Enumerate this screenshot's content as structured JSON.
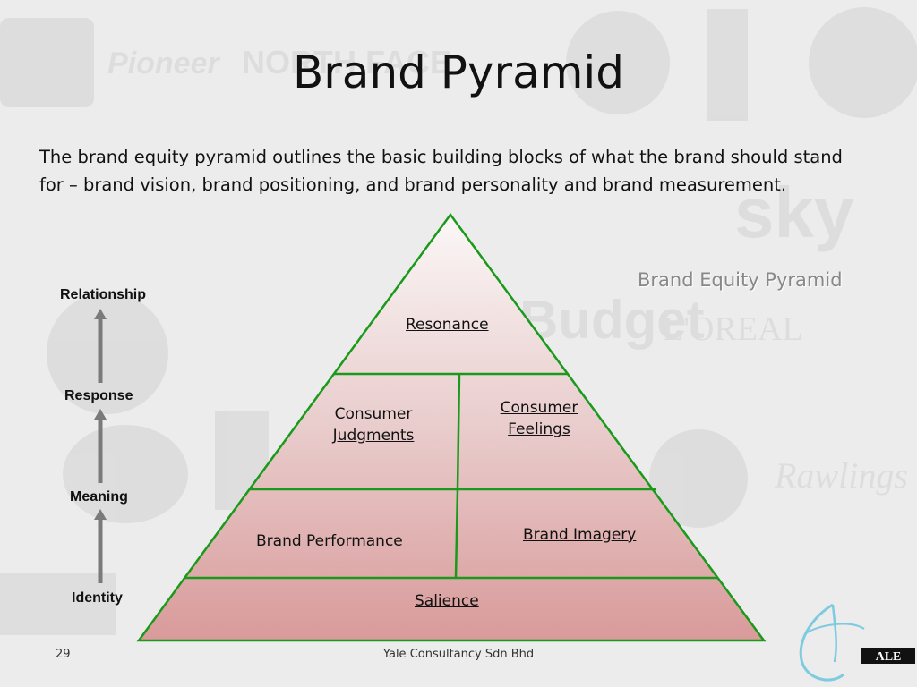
{
  "slide": {
    "title": "Brand Pyramid",
    "intro": "The brand equity pyramid outlines the basic building blocks of what the brand should stand for – brand vision, brand positioning, and brand personality and brand measurement.",
    "pyramid_title": "Brand Equity Pyramid"
  },
  "ladder": {
    "relationship": "Relationship",
    "response": "Response",
    "meaning": "Meaning",
    "identity": "Identity"
  },
  "pyramid": {
    "resonance": "Resonance",
    "consumer_judgments": "Consumer Judgments",
    "consumer_feelings": "Consumer Feelings",
    "brand_performance": "Brand Performance",
    "brand_imagery": "Brand Imagery",
    "salience": "Salience"
  },
  "background_logos": [
    "Pioneer",
    "NORTH FACE",
    "sky",
    "Budget",
    "L'OREAL",
    "Rawlings"
  ],
  "footer": {
    "page_number": "29",
    "company": "Yale Consultancy Sdn Bhd",
    "logo_text": "ALE"
  },
  "colors": {
    "pyramid_outline": "#1a9a1a",
    "pyramid_fill_top": "#fbf7f7",
    "pyramid_fill_bottom": "#d99a9a",
    "background": "#ececec"
  }
}
